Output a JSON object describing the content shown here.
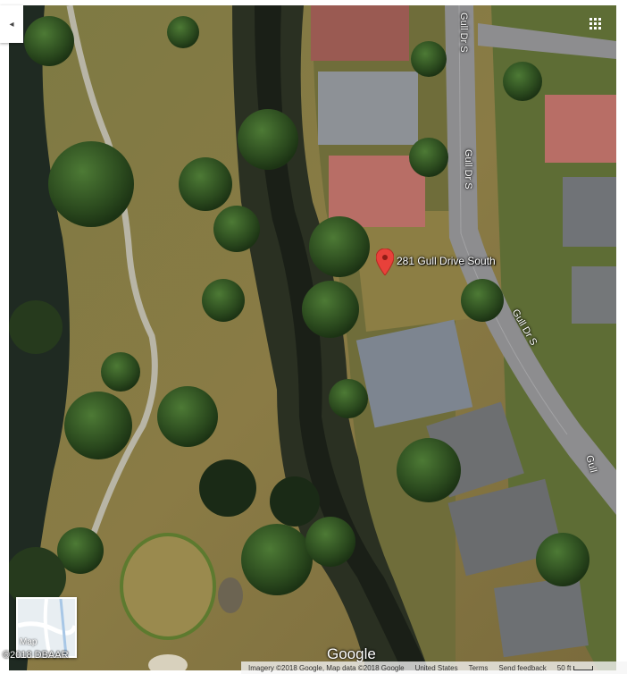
{
  "marker": {
    "label": "281 Gull Drive South",
    "color": "#e8413a"
  },
  "streets": {
    "top": "Gull Dr S",
    "upper": "Gull Dr S",
    "middle": "Gull Dr S",
    "lower": "Gull"
  },
  "controls": {
    "collapse_glyph": "◂",
    "grid_icon": "grid-icon"
  },
  "minimap": {
    "label": "Map"
  },
  "attribution": {
    "copyright": "©2018 DBAAR",
    "logo": "Google",
    "imagery": "Imagery ©2018 Google, Map data ©2018 Google",
    "region": "United States",
    "terms": "Terms",
    "feedback": "Send feedback",
    "scale": "50 ft"
  }
}
